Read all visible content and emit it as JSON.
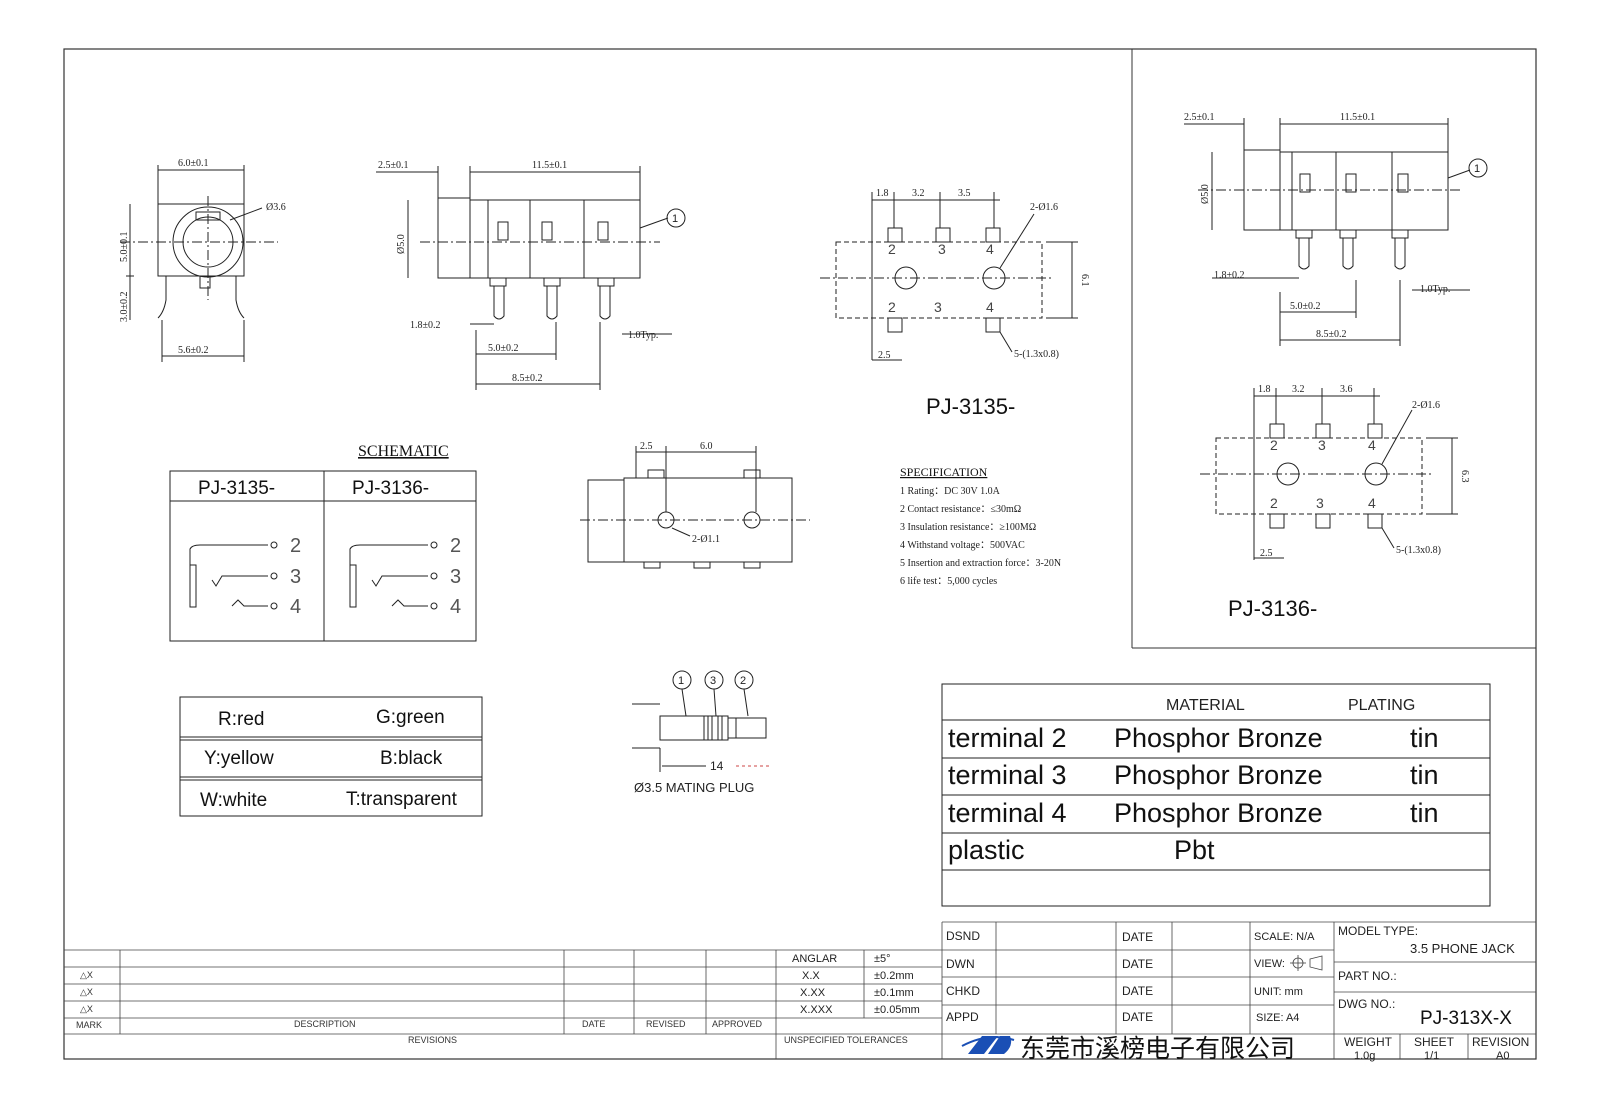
{
  "callouts": {
    "c1": "1",
    "c2": "2",
    "c3": "3"
  },
  "front_view": {
    "dim_top": "6.0±0.1",
    "dim_bottom": "5.6±0.2",
    "dim_left_upper": "5.0±0.1",
    "dim_left_lower": "3.0±0.2",
    "hole": "Ø3.6"
  },
  "side_view": {
    "dim_top_left": "2.5±0.1",
    "dim_top_right": "11.5±0.1",
    "dim_height": "Ø5.0",
    "dim_pin_len": "1.8±0.2",
    "dim_pitch": "5.0±0.2",
    "dim_span": "8.5±0.2",
    "dim_pin_w": "1.0Typ."
  },
  "pcb_3135": {
    "title": "PJ-3135-",
    "dims": [
      "1.8",
      "3.2",
      "3.5"
    ],
    "dim_bottom": "2.5",
    "dim_right": "6.1",
    "hole_label": "2-Ø1.6",
    "pad_label": "5-(1.3x0.8)",
    "pins_top": [
      "2",
      "3",
      "4"
    ],
    "pins_bottom": [
      "2",
      "3",
      "4"
    ]
  },
  "right_side": {
    "dim_top_left": "2.5±0.1",
    "dim_top_right": "11.5±0.1",
    "dim_height": "Ø5.0",
    "dim_pin_len": "1.8±0.2",
    "dim_pitch": "5.0±0.2",
    "dim_span": "8.5±0.2",
    "dim_pin_w": "1.0Typ."
  },
  "pcb_3136": {
    "title": "PJ-3136-",
    "dims": [
      "1.8",
      "3.2",
      "3.6"
    ],
    "dim_bottom": "2.5",
    "dim_right": "6.3",
    "hole_label": "2-Ø1.6",
    "pad_label": "5-(1.3x0.8)",
    "pins_top": [
      "2",
      "3",
      "4"
    ],
    "pins_bottom": [
      "2",
      "3",
      "4"
    ]
  },
  "bottom_view": {
    "dim_a": "2.5",
    "dim_b": "6.0",
    "hole_label": "2-Ø1.1"
  },
  "schematic": {
    "title": "SCHEMATIC",
    "col1": "PJ-3135-",
    "col2": "PJ-3136-",
    "pins": [
      "2",
      "3",
      "4"
    ]
  },
  "specification": {
    "title": "SPECIFICATION",
    "lines": [
      "1 Rating：DC 30V 1.0A",
      "2 Contact resistance：≤30mΩ",
      "3 Insulation resistance：≥100MΩ",
      "4 Withstand voltage：500VAC",
      "5 Insertion and extraction force：3-20N",
      "6 life test：5,000 cycles"
    ]
  },
  "colors": [
    [
      "R:red",
      "G:green"
    ],
    [
      "Y:yellow",
      "B:black"
    ],
    [
      "W:white",
      "T:transparent"
    ]
  ],
  "plug": {
    "dim": "14",
    "caption": "Ø3.5 MATING PLUG"
  },
  "materials": {
    "h_material": "MATERIAL",
    "h_plating": "PLATING",
    "rows": [
      {
        "part": "terminal 2",
        "material": "Phosphor Bronze",
        "plating": "tin"
      },
      {
        "part": "terminal 3",
        "material": "Phosphor Bronze",
        "plating": "tin"
      },
      {
        "part": "terminal 4",
        "material": "Phosphor Bronze",
        "plating": "tin"
      },
      {
        "part": "plastic",
        "material": "Pbt",
        "plating": ""
      }
    ]
  },
  "revisions": {
    "marks": [
      "△X",
      "△X",
      "△X"
    ],
    "mark": "MARK",
    "description": "DESCRIPTION",
    "date": "DATE",
    "revised": "REVISED",
    "approved": "APPROVED",
    "footer": "REVISIONS"
  },
  "tolerances": {
    "rows": [
      [
        "ANGLAR",
        "±5°"
      ],
      [
        "X.X",
        "±0.2mm"
      ],
      [
        "X.XX",
        "±0.1mm"
      ],
      [
        "X.XXX",
        "±0.05mm"
      ]
    ],
    "footer": "UNSPECIFIED TOLERANCES"
  },
  "signoff": {
    "rows": [
      "DSND",
      "DWN",
      "CHKD",
      "APPD"
    ],
    "date": "DATE",
    "scale": "SCALE: N/A",
    "view": "VIEW:",
    "unit": "UNIT: mm",
    "size": "SIZE: A4"
  },
  "company": {
    "logo": "XD",
    "name": "东莞市溪榜电子有限公司"
  },
  "model": {
    "model_type_label": "MODEL TYPE:",
    "model_type": "3.5 PHONE JACK",
    "part_no_label": "PART NO.:",
    "dwg_no_label": "DWG NO.:",
    "dwg_no": "PJ-313X-X",
    "weight_label": "WEIGHT",
    "weight": "1.0g",
    "sheet_label": "SHEET",
    "sheet": "1/1",
    "revision_label": "REVISION",
    "revision": "A0"
  }
}
